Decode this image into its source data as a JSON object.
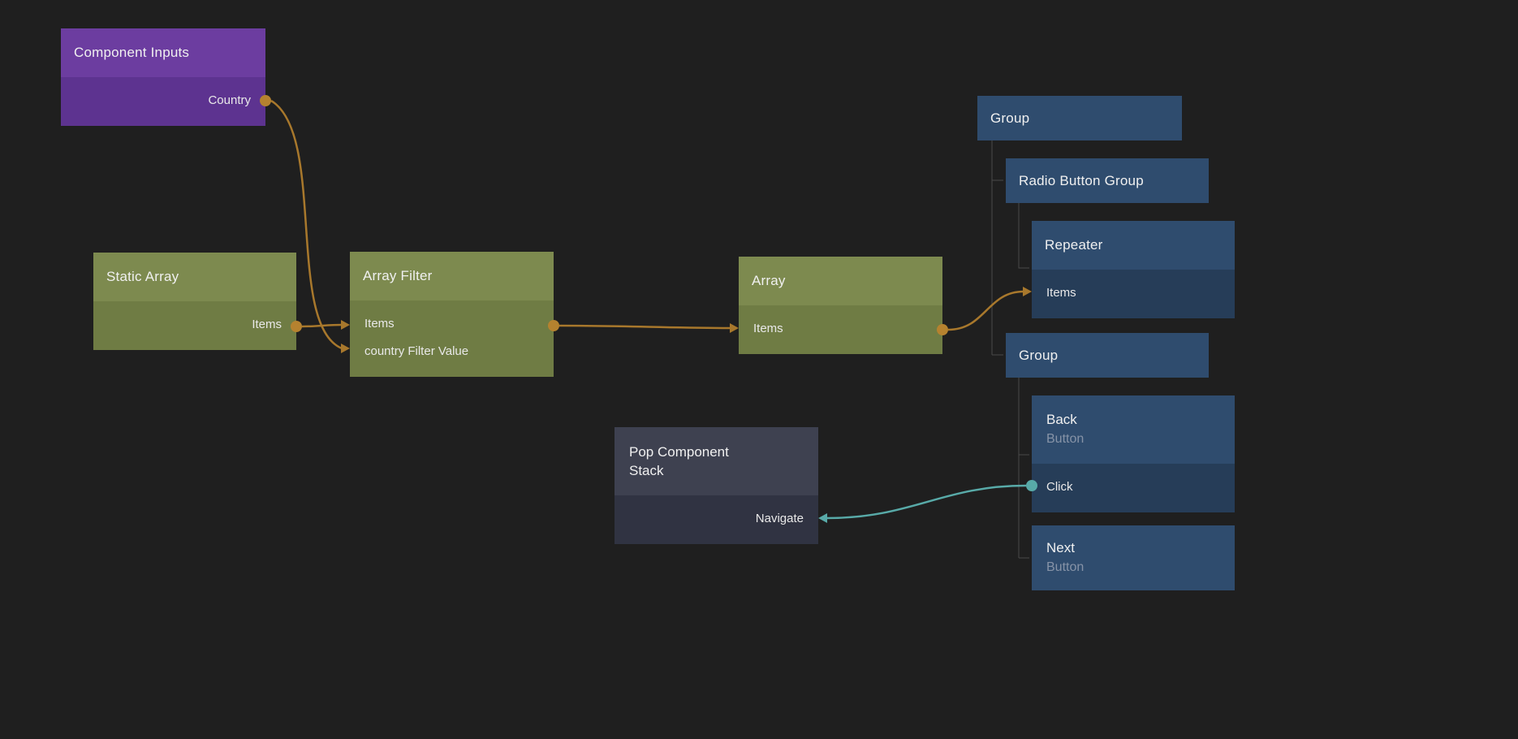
{
  "colors": {
    "background": "#1f1f1f",
    "orange": "#b5822f",
    "orange_wire": "#a8782c",
    "teal": "#58aaa8",
    "tree_line": "#4a4a4a",
    "purple_header": "#6c3da0",
    "olive_header": "#7d8a4f",
    "blue_header": "#2f4c6e",
    "slate_header": "#3e4150"
  },
  "nodes": {
    "component_inputs": {
      "title": "Component Inputs",
      "port_country": "Country"
    },
    "static_array": {
      "title": "Static Array",
      "port_items": "Items"
    },
    "array_filter": {
      "title": "Array Filter",
      "port_items": "Items",
      "port_filter_value": "country Filter Value"
    },
    "array": {
      "title": "Array",
      "port_items": "Items"
    },
    "pop_component_stack": {
      "title": "Pop Component Stack",
      "port_navigate": "Navigate"
    },
    "group_top": {
      "title": "Group"
    },
    "radio_button_group": {
      "title": "Radio Button Group"
    },
    "repeater": {
      "title": "Repeater",
      "port_items": "Items"
    },
    "group_bottom": {
      "title": "Group"
    },
    "back_button": {
      "title": "Back",
      "subtitle": "Button",
      "port_click": "Click"
    },
    "next_button": {
      "title": "Next",
      "subtitle": "Button"
    }
  }
}
